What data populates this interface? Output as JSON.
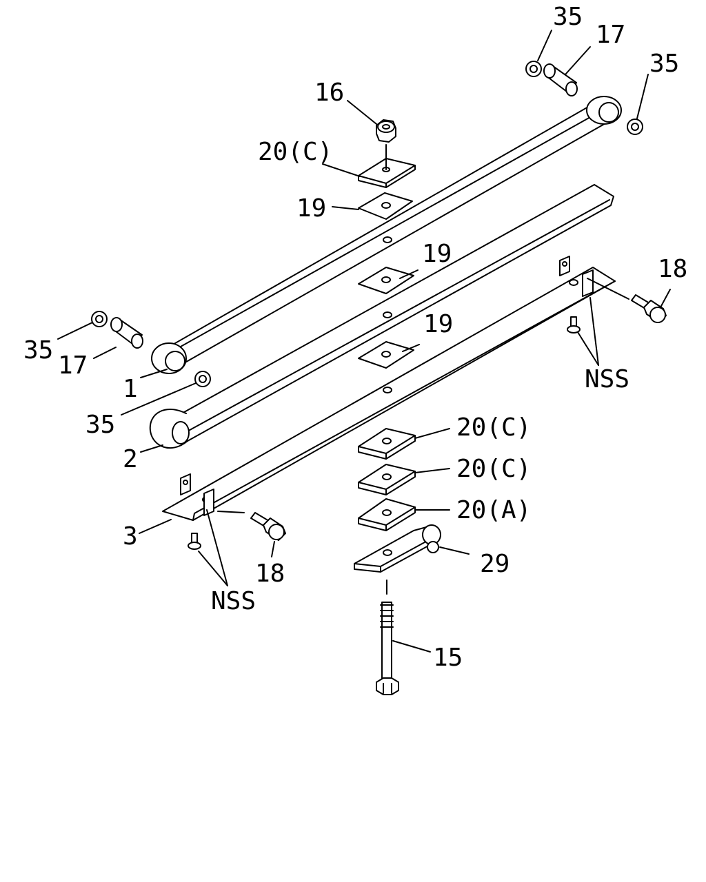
{
  "diagram": {
    "callouts": [
      {
        "id": "c35a",
        "text": "35"
      },
      {
        "id": "c17a",
        "text": "17"
      },
      {
        "id": "c35b",
        "text": "35"
      },
      {
        "id": "c16",
        "text": "16"
      },
      {
        "id": "c20c-top",
        "text": "20(C)"
      },
      {
        "id": "c19a",
        "text": "19"
      },
      {
        "id": "c19b",
        "text": "19"
      },
      {
        "id": "c19c",
        "text": "19"
      },
      {
        "id": "c18a",
        "text": "18"
      },
      {
        "id": "c35c",
        "text": "35"
      },
      {
        "id": "c17b",
        "text": "17"
      },
      {
        "id": "c1",
        "text": "1"
      },
      {
        "id": "cnss-right",
        "text": "NSS"
      },
      {
        "id": "c35d",
        "text": "35"
      },
      {
        "id": "c2",
        "text": "2"
      },
      {
        "id": "c20c-a",
        "text": "20(C)"
      },
      {
        "id": "c20c-b",
        "text": "20(C)"
      },
      {
        "id": "c20a",
        "text": "20(A)"
      },
      {
        "id": "c3",
        "text": "3"
      },
      {
        "id": "c29",
        "text": "29"
      },
      {
        "id": "c18b",
        "text": "18"
      },
      {
        "id": "cnss-left",
        "text": "NSS"
      },
      {
        "id": "c15",
        "text": "15"
      }
    ]
  }
}
